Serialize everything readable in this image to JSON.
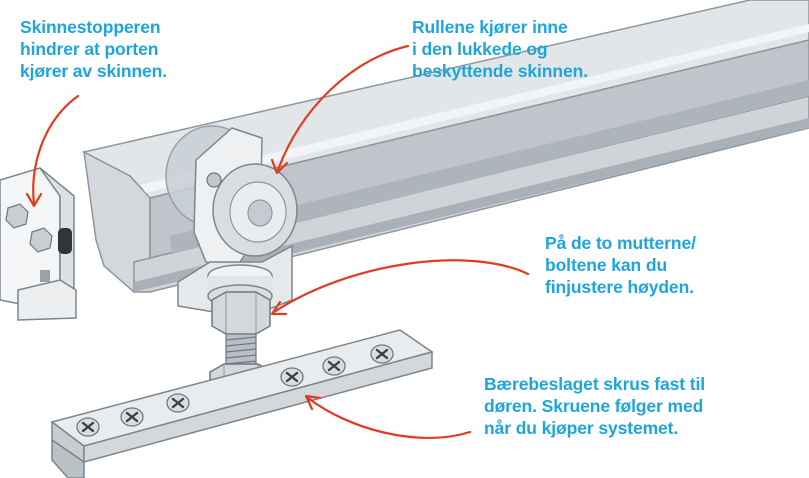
{
  "colors": {
    "annotation_text": "#1ea5dc",
    "arrow": "#e03c1e",
    "rail_light": "#e4e7ea",
    "rail_mid": "#c7ccd1",
    "rail_dark": "#9aa1a8",
    "outline": "#6f7780",
    "screw_head": "#d9dde1",
    "screw_slot": "#3a4148"
  },
  "annotations": {
    "stopper": {
      "lines": [
        "Skinnestopperen",
        "hindrer at porten",
        "kjører av skinnen."
      ]
    },
    "rollers": {
      "lines": [
        "Rullene kjører inne",
        "i den lukkede og",
        "beskyttende skinnen."
      ]
    },
    "nuts": {
      "lines": [
        "På de to mutterne/",
        "boltene kan du",
        "finjustere høyden."
      ]
    },
    "bracket": {
      "lines": [
        "Bærebeslaget skrus fast til",
        "døren. Skruene følger med",
        "når du kjøper systemet."
      ]
    }
  },
  "icons": {
    "screw": "phillips-screw-icon",
    "arrow": "curved-arrow-icon"
  }
}
